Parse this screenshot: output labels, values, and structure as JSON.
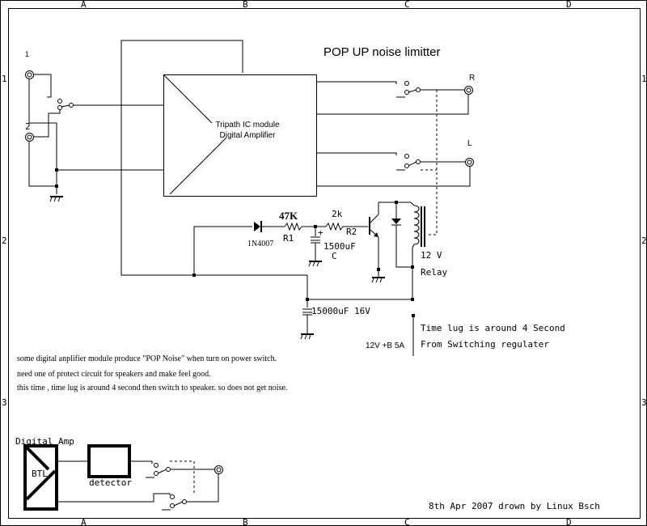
{
  "frame": {
    "col_labels": [
      "A",
      "B",
      "C",
      "D"
    ],
    "row_labels": [
      "1",
      "2",
      "3"
    ]
  },
  "title": "POP UP noise limitter",
  "module": {
    "line1": "Tripath IC module",
    "line2": "Digital Amplifier"
  },
  "inputs": {
    "in1": "1",
    "in2": "2"
  },
  "outputs": {
    "right": "R",
    "left": "L"
  },
  "components": {
    "r1_value": "47K",
    "r1_ref": "R1",
    "r2_value": "2k",
    "r2_ref": "R2",
    "diode": "1N4007",
    "cap_c_value": "1500uF",
    "cap_c_ref": "C",
    "relay_voltage": "12 V",
    "relay_label": "Relay",
    "big_cap": "15000uF  16V",
    "supply": "12V +B 5A"
  },
  "notes": {
    "timing": "Time lug is around 4 Second",
    "source": "From Switching regulater",
    "desc1": "some digital anplifier module produce \"POP Noise\" when turn on power switch.",
    "desc2": "need one of protect circuit for speakers  and make feel good.",
    "desc3": " this time , time lug is around 4 second then switch to speaker. so does not get noise."
  },
  "inset": {
    "title": "Digital Amp",
    "btl": "BTL",
    "detector": "detector"
  },
  "footer": {
    "credit": "8th Apr 2007 drown by Linux Bsch"
  }
}
